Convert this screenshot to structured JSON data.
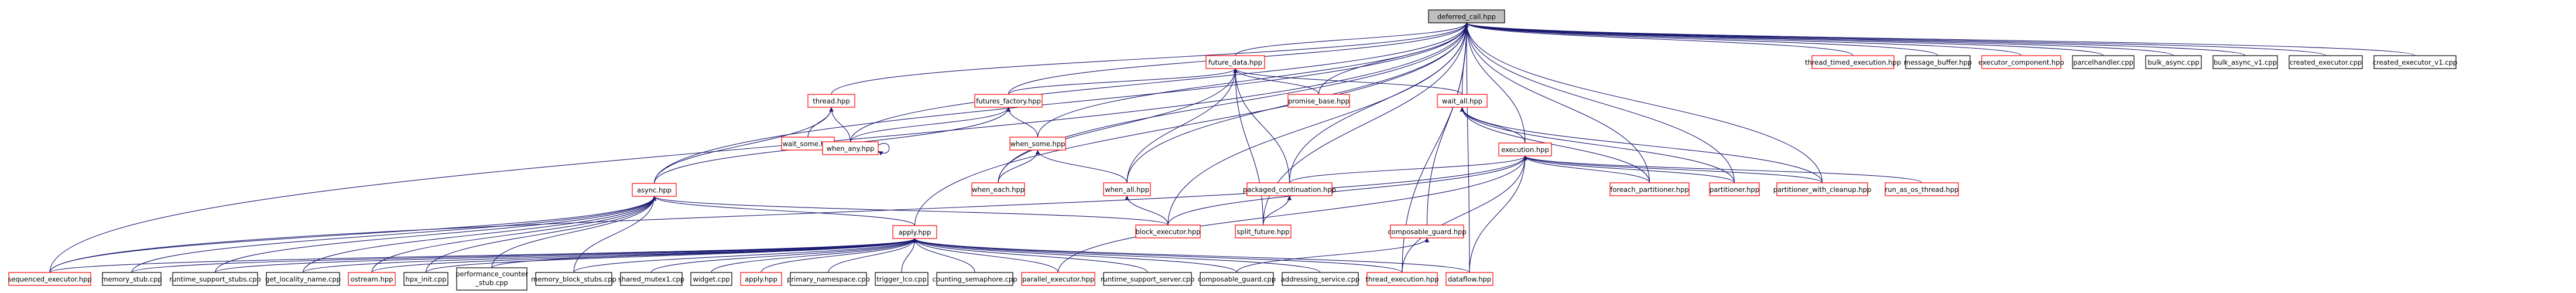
{
  "graph": {
    "colors": {
      "root_fill": "#bfbfbf",
      "border_red": "#ff0000",
      "border_black": "#000000",
      "edge": "#191970"
    },
    "nodes": [
      {
        "id": "root",
        "label": "deferred_call.hpp",
        "style": "root"
      },
      {
        "id": "thread_timed_execution_hpp",
        "label": "thread_timed_execution.hpp",
        "style": "red"
      },
      {
        "id": "message_buffer_hpp",
        "label": "message_buffer.hpp",
        "style": "black"
      },
      {
        "id": "executor_component_hpp",
        "label": "executor_component.hpp",
        "style": "red"
      },
      {
        "id": "parcelhandler_cpp",
        "label": "parcelhandler.cpp",
        "style": "black"
      },
      {
        "id": "bulk_async_cpp",
        "label": "bulk_async.cpp",
        "style": "black"
      },
      {
        "id": "bulk_async_v1_cpp",
        "label": "bulk_async_v1.cpp",
        "style": "black"
      },
      {
        "id": "created_executor_cpp",
        "label": "created_executor.cpp",
        "style": "black"
      },
      {
        "id": "created_executor_v1_cpp",
        "label": "created_executor_v1.cpp",
        "style": "black"
      },
      {
        "id": "future_data_hpp",
        "label": "future_data.hpp",
        "style": "red"
      },
      {
        "id": "thread_hpp",
        "label": "thread.hpp",
        "style": "red"
      },
      {
        "id": "futures_factory_hpp",
        "label": "futures_factory.hpp",
        "style": "red"
      },
      {
        "id": "promise_base_hpp",
        "label": "promise_base.hpp",
        "style": "red"
      },
      {
        "id": "wait_all_hpp",
        "label": "wait_all.hpp",
        "style": "red"
      },
      {
        "id": "wait_some_hpp",
        "label": "wait_some.hpp",
        "style": "red"
      },
      {
        "id": "when_any_hpp",
        "label": "when_any.hpp",
        "style": "red"
      },
      {
        "id": "when_some_hpp",
        "label": "when_some.hpp",
        "style": "red"
      },
      {
        "id": "execution_hpp",
        "label": "execution.hpp",
        "style": "red"
      },
      {
        "id": "when_each_hpp",
        "label": "when_each.hpp",
        "style": "red"
      },
      {
        "id": "when_all_hpp",
        "label": "when_all.hpp",
        "style": "red"
      },
      {
        "id": "packaged_continuation_hpp",
        "label": "packaged_continuation.hpp",
        "style": "red"
      },
      {
        "id": "foreach_partitioner_hpp",
        "label": "foreach_partitioner.hpp",
        "style": "red"
      },
      {
        "id": "partitioner_hpp",
        "label": "partitioner.hpp",
        "style": "red"
      },
      {
        "id": "partitioner_with_cleanup_hpp",
        "label": "partitioner_with_cleanup.hpp",
        "style": "red"
      },
      {
        "id": "run_as_os_thread_hpp",
        "label": "run_as_os_thread.hpp",
        "style": "red"
      },
      {
        "id": "async_hpp",
        "label": "async.hpp",
        "style": "red"
      },
      {
        "id": "block_executor_hpp",
        "label": "block_executor.hpp",
        "style": "red"
      },
      {
        "id": "split_future_hpp",
        "label": "split_future.hpp",
        "style": "red"
      },
      {
        "id": "composable_guard_hpp",
        "label": "composable_guard.hpp",
        "style": "red"
      },
      {
        "id": "apply_hpp",
        "label": "apply.hpp",
        "style": "red"
      },
      {
        "id": "sequenced_executor_hpp",
        "label": "sequenced_executor.hpp",
        "style": "red"
      },
      {
        "id": "memory_stub_cpp",
        "label": "memory_stub.cpp",
        "style": "black"
      },
      {
        "id": "runtime_support_stubs_cpp",
        "label": "runtime_support_stubs.cpp",
        "style": "black"
      },
      {
        "id": "get_locality_name_cpp",
        "label": "get_locality_name.cpp",
        "style": "black"
      },
      {
        "id": "ostream_hpp",
        "label": "ostream.hpp",
        "style": "red"
      },
      {
        "id": "hpx_init_cpp",
        "label": "hpx_init.cpp",
        "style": "black"
      },
      {
        "id": "performance_counter_stub_cpp",
        "label": "performance_counter_stub.cpp",
        "style": "black",
        "label_lines": [
          "performance_counter",
          "_stub.cpp"
        ]
      },
      {
        "id": "memory_block_stubs_cpp",
        "label": "memory_block_stubs.cpp",
        "style": "black"
      },
      {
        "id": "shared_mutex1_cpp",
        "label": "shared_mutex1.cpp",
        "style": "black"
      },
      {
        "id": "widget_cpp",
        "label": "widget.cpp",
        "style": "black"
      },
      {
        "id": "apply_hpp_2",
        "label": "apply.hpp",
        "style": "red"
      },
      {
        "id": "primary_namespace_cpp",
        "label": "primary_namespace.cpp",
        "style": "black"
      },
      {
        "id": "trigger_lco_cpp",
        "label": "trigger_lco.cpp",
        "style": "black"
      },
      {
        "id": "counting_semaphore_cpp",
        "label": "counting_semaphore.cpp",
        "style": "black"
      },
      {
        "id": "parallel_executor_hpp",
        "label": "parallel_executor.hpp",
        "style": "red"
      },
      {
        "id": "runtime_support_server_cpp",
        "label": "runtime_support_server.cpp",
        "style": "black"
      },
      {
        "id": "composable_guard_cpp",
        "label": "composable_guard.cpp",
        "style": "black"
      },
      {
        "id": "addressing_service_cpp",
        "label": "addressing_service.cpp",
        "style": "black"
      },
      {
        "id": "thread_execution_hpp",
        "label": "thread_execution.hpp",
        "style": "red"
      },
      {
        "id": "dataflow_hpp",
        "label": "dataflow.hpp",
        "style": "red"
      }
    ],
    "edges": [
      [
        "thread_timed_execution_hpp",
        "root"
      ],
      [
        "message_buffer_hpp",
        "root"
      ],
      [
        "executor_component_hpp",
        "root"
      ],
      [
        "parcelhandler_cpp",
        "root"
      ],
      [
        "bulk_async_cpp",
        "root"
      ],
      [
        "bulk_async_v1_cpp",
        "root"
      ],
      [
        "created_executor_cpp",
        "root"
      ],
      [
        "created_executor_v1_cpp",
        "root"
      ],
      [
        "future_data_hpp",
        "root"
      ],
      [
        "thread_hpp",
        "root"
      ],
      [
        "futures_factory_hpp",
        "root"
      ],
      [
        "promise_base_hpp",
        "root"
      ],
      [
        "wait_all_hpp",
        "root"
      ],
      [
        "when_any_hpp",
        "root"
      ],
      [
        "when_some_hpp",
        "root"
      ],
      [
        "execution_hpp",
        "root"
      ],
      [
        "when_each_hpp",
        "root"
      ],
      [
        "when_all_hpp",
        "root"
      ],
      [
        "packaged_continuation_hpp",
        "root"
      ],
      [
        "foreach_partitioner_hpp",
        "root"
      ],
      [
        "partitioner_hpp",
        "root"
      ],
      [
        "partitioner_with_cleanup_hpp",
        "root"
      ],
      [
        "async_hpp",
        "root"
      ],
      [
        "block_executor_hpp",
        "root"
      ],
      [
        "split_future_hpp",
        "root"
      ],
      [
        "composable_guard_hpp",
        "root"
      ],
      [
        "apply_hpp",
        "root"
      ],
      [
        "sequenced_executor_hpp",
        "root"
      ],
      [
        "thread_execution_hpp",
        "root"
      ],
      [
        "dataflow_hpp",
        "root"
      ],
      [
        "futures_factory_hpp",
        "future_data_hpp"
      ],
      [
        "promise_base_hpp",
        "future_data_hpp"
      ],
      [
        "wait_all_hpp",
        "future_data_hpp"
      ],
      [
        "when_each_hpp",
        "future_data_hpp"
      ],
      [
        "when_all_hpp",
        "future_data_hpp"
      ],
      [
        "packaged_continuation_hpp",
        "future_data_hpp"
      ],
      [
        "split_future_hpp",
        "future_data_hpp"
      ],
      [
        "wait_some_hpp",
        "thread_hpp"
      ],
      [
        "when_any_hpp",
        "thread_hpp"
      ],
      [
        "async_hpp",
        "thread_hpp"
      ],
      [
        "when_any_hpp",
        "futures_factory_hpp"
      ],
      [
        "when_some_hpp",
        "futures_factory_hpp"
      ],
      [
        "async_hpp",
        "futures_factory_hpp"
      ],
      [
        "when_any_hpp",
        "when_any_hpp"
      ],
      [
        "when_each_hpp",
        "when_some_hpp"
      ],
      [
        "when_all_hpp",
        "when_some_hpp"
      ],
      [
        "execution_hpp",
        "wait_all_hpp"
      ],
      [
        "foreach_partitioner_hpp",
        "wait_all_hpp"
      ],
      [
        "partitioner_hpp",
        "wait_all_hpp"
      ],
      [
        "partitioner_with_cleanup_hpp",
        "wait_all_hpp"
      ],
      [
        "packaged_continuation_hpp",
        "execution_hpp"
      ],
      [
        "block_executor_hpp",
        "execution_hpp"
      ],
      [
        "foreach_partitioner_hpp",
        "execution_hpp"
      ],
      [
        "partitioner_hpp",
        "execution_hpp"
      ],
      [
        "partitioner_with_cleanup_hpp",
        "execution_hpp"
      ],
      [
        "run_as_os_thread_hpp",
        "execution_hpp"
      ],
      [
        "sequenced_executor_hpp",
        "execution_hpp"
      ],
      [
        "parallel_executor_hpp",
        "execution_hpp"
      ],
      [
        "thread_execution_hpp",
        "execution_hpp"
      ],
      [
        "dataflow_hpp",
        "execution_hpp"
      ],
      [
        "split_future_hpp",
        "packaged_continuation_hpp"
      ],
      [
        "block_executor_hpp",
        "when_all_hpp"
      ],
      [
        "composable_guard_cpp",
        "composable_guard_hpp"
      ],
      [
        "sequenced_executor_hpp",
        "async_hpp"
      ],
      [
        "memory_stub_cpp",
        "async_hpp"
      ],
      [
        "runtime_support_stubs_cpp",
        "async_hpp"
      ],
      [
        "get_locality_name_cpp",
        "async_hpp"
      ],
      [
        "ostream_hpp",
        "async_hpp"
      ],
      [
        "hpx_init_cpp",
        "async_hpp"
      ],
      [
        "performance_counter_stub_cpp",
        "async_hpp"
      ],
      [
        "memory_block_stubs_cpp",
        "async_hpp"
      ],
      [
        "block_executor_hpp",
        "async_hpp"
      ],
      [
        "apply_hpp",
        "async_hpp"
      ],
      [
        "sequenced_executor_hpp",
        "apply_hpp"
      ],
      [
        "memory_stub_cpp",
        "apply_hpp"
      ],
      [
        "runtime_support_stubs_cpp",
        "apply_hpp"
      ],
      [
        "get_locality_name_cpp",
        "apply_hpp"
      ],
      [
        "ostream_hpp",
        "apply_hpp"
      ],
      [
        "hpx_init_cpp",
        "apply_hpp"
      ],
      [
        "performance_counter_stub_cpp",
        "apply_hpp"
      ],
      [
        "memory_block_stubs_cpp",
        "apply_hpp"
      ],
      [
        "shared_mutex1_cpp",
        "apply_hpp"
      ],
      [
        "widget_cpp",
        "apply_hpp"
      ],
      [
        "apply_hpp_2",
        "apply_hpp"
      ],
      [
        "primary_namespace_cpp",
        "apply_hpp"
      ],
      [
        "trigger_lco_cpp",
        "apply_hpp"
      ],
      [
        "counting_semaphore_cpp",
        "apply_hpp"
      ],
      [
        "parallel_executor_hpp",
        "apply_hpp"
      ],
      [
        "runtime_support_server_cpp",
        "apply_hpp"
      ],
      [
        "composable_guard_cpp",
        "apply_hpp"
      ],
      [
        "addressing_service_cpp",
        "apply_hpp"
      ],
      [
        "thread_execution_hpp",
        "apply_hpp"
      ],
      [
        "dataflow_hpp",
        "apply_hpp"
      ]
    ]
  }
}
